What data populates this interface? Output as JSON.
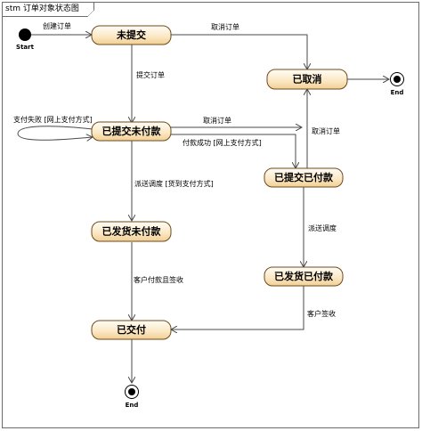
{
  "diagram": {
    "title": "stm 订单对象状态图",
    "start_label": "Start",
    "end_label": "End",
    "states": {
      "pending_submit": "未提交",
      "cancelled": "已取消",
      "submitted_unpaid": "已提交未付款",
      "submitted_paid": "已提交已付款",
      "shipped_unpaid": "已发货未付款",
      "shipped_paid": "已发货已付款",
      "delivered": "已交付"
    },
    "transitions": {
      "create_order": "创建订单",
      "cancel_order_top": "取消订单",
      "submit_order": "提交订单",
      "pay_fail": "支付失败 [网上支付方式]",
      "cancel_order_mid": "取消订单",
      "pay_success": "付款成功 [网上支付方式]",
      "cancel_order_right": "取消订单",
      "dispatch_cod": "派送调度 [货到支付方式]",
      "dispatch": "派送调度",
      "customer_pay_sign": "客户付款且签收",
      "customer_sign": "客户签收"
    }
  }
}
